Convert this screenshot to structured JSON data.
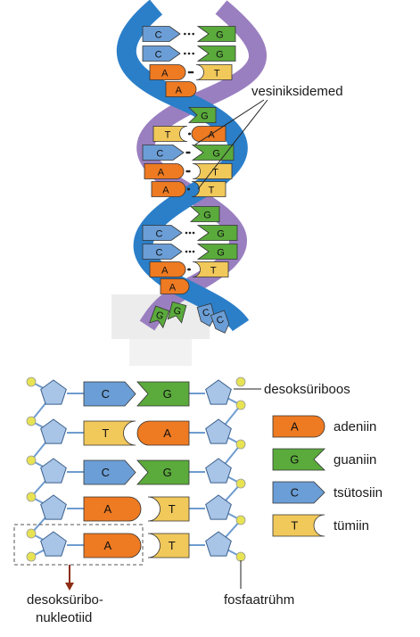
{
  "labels": {
    "hydrogen_bonds": "vesiniksidemed",
    "deoxyribose": "desoksüriboos",
    "adenine": "adeniin",
    "guanine": "guaniin",
    "cytosine": "tsütosiin",
    "thymine": "tümiin",
    "phosphate": "fosfaatrühm",
    "nucleotide_line1": "desoksüribo-",
    "nucleotide_line2": "nukleotiid"
  },
  "legend": [
    {
      "letter": "A",
      "key": "adenine"
    },
    {
      "letter": "G",
      "key": "guanine"
    },
    {
      "letter": "C",
      "key": "cytosine"
    },
    {
      "letter": "T",
      "key": "thymine"
    }
  ],
  "ladder_pairs": [
    {
      "left": "C",
      "right": "G"
    },
    {
      "left": "T",
      "right": "A"
    },
    {
      "left": "C",
      "right": "G"
    },
    {
      "left": "A",
      "right": "T"
    },
    {
      "left": "A",
      "right": "T"
    }
  ],
  "helix_pairs": [
    {
      "left": "C",
      "right": "G"
    },
    {
      "left": "C",
      "right": "G"
    },
    {
      "left": "A",
      "right": "T"
    },
    {
      "left": "A",
      "right": ""
    },
    {
      "left": "",
      "right": "G"
    },
    {
      "left": "T",
      "right": "A"
    },
    {
      "left": "C",
      "right": "G"
    },
    {
      "left": "A",
      "right": "T"
    },
    {
      "left": "A",
      "right": "T"
    },
    {
      "left": "",
      "right": "G"
    },
    {
      "left": "C",
      "right": "G"
    },
    {
      "left": "C",
      "right": "G"
    },
    {
      "left": "A",
      "right": "T"
    },
    {
      "left": "A",
      "right": ""
    }
  ],
  "strand_end_bases": [
    "G",
    "G",
    "C",
    "C"
  ],
  "colors": {
    "adenine": "#ee7a22",
    "guanine": "#5aaa3c",
    "cytosine": "#6b9ed6",
    "thymine": "#f1c85a",
    "sugar": "#a8c4e6",
    "phosphate": "#e7e353",
    "strand_blue": "#2b7fc9",
    "strand_purple": "#9a7fc0",
    "arrow": "#8c2d14"
  }
}
